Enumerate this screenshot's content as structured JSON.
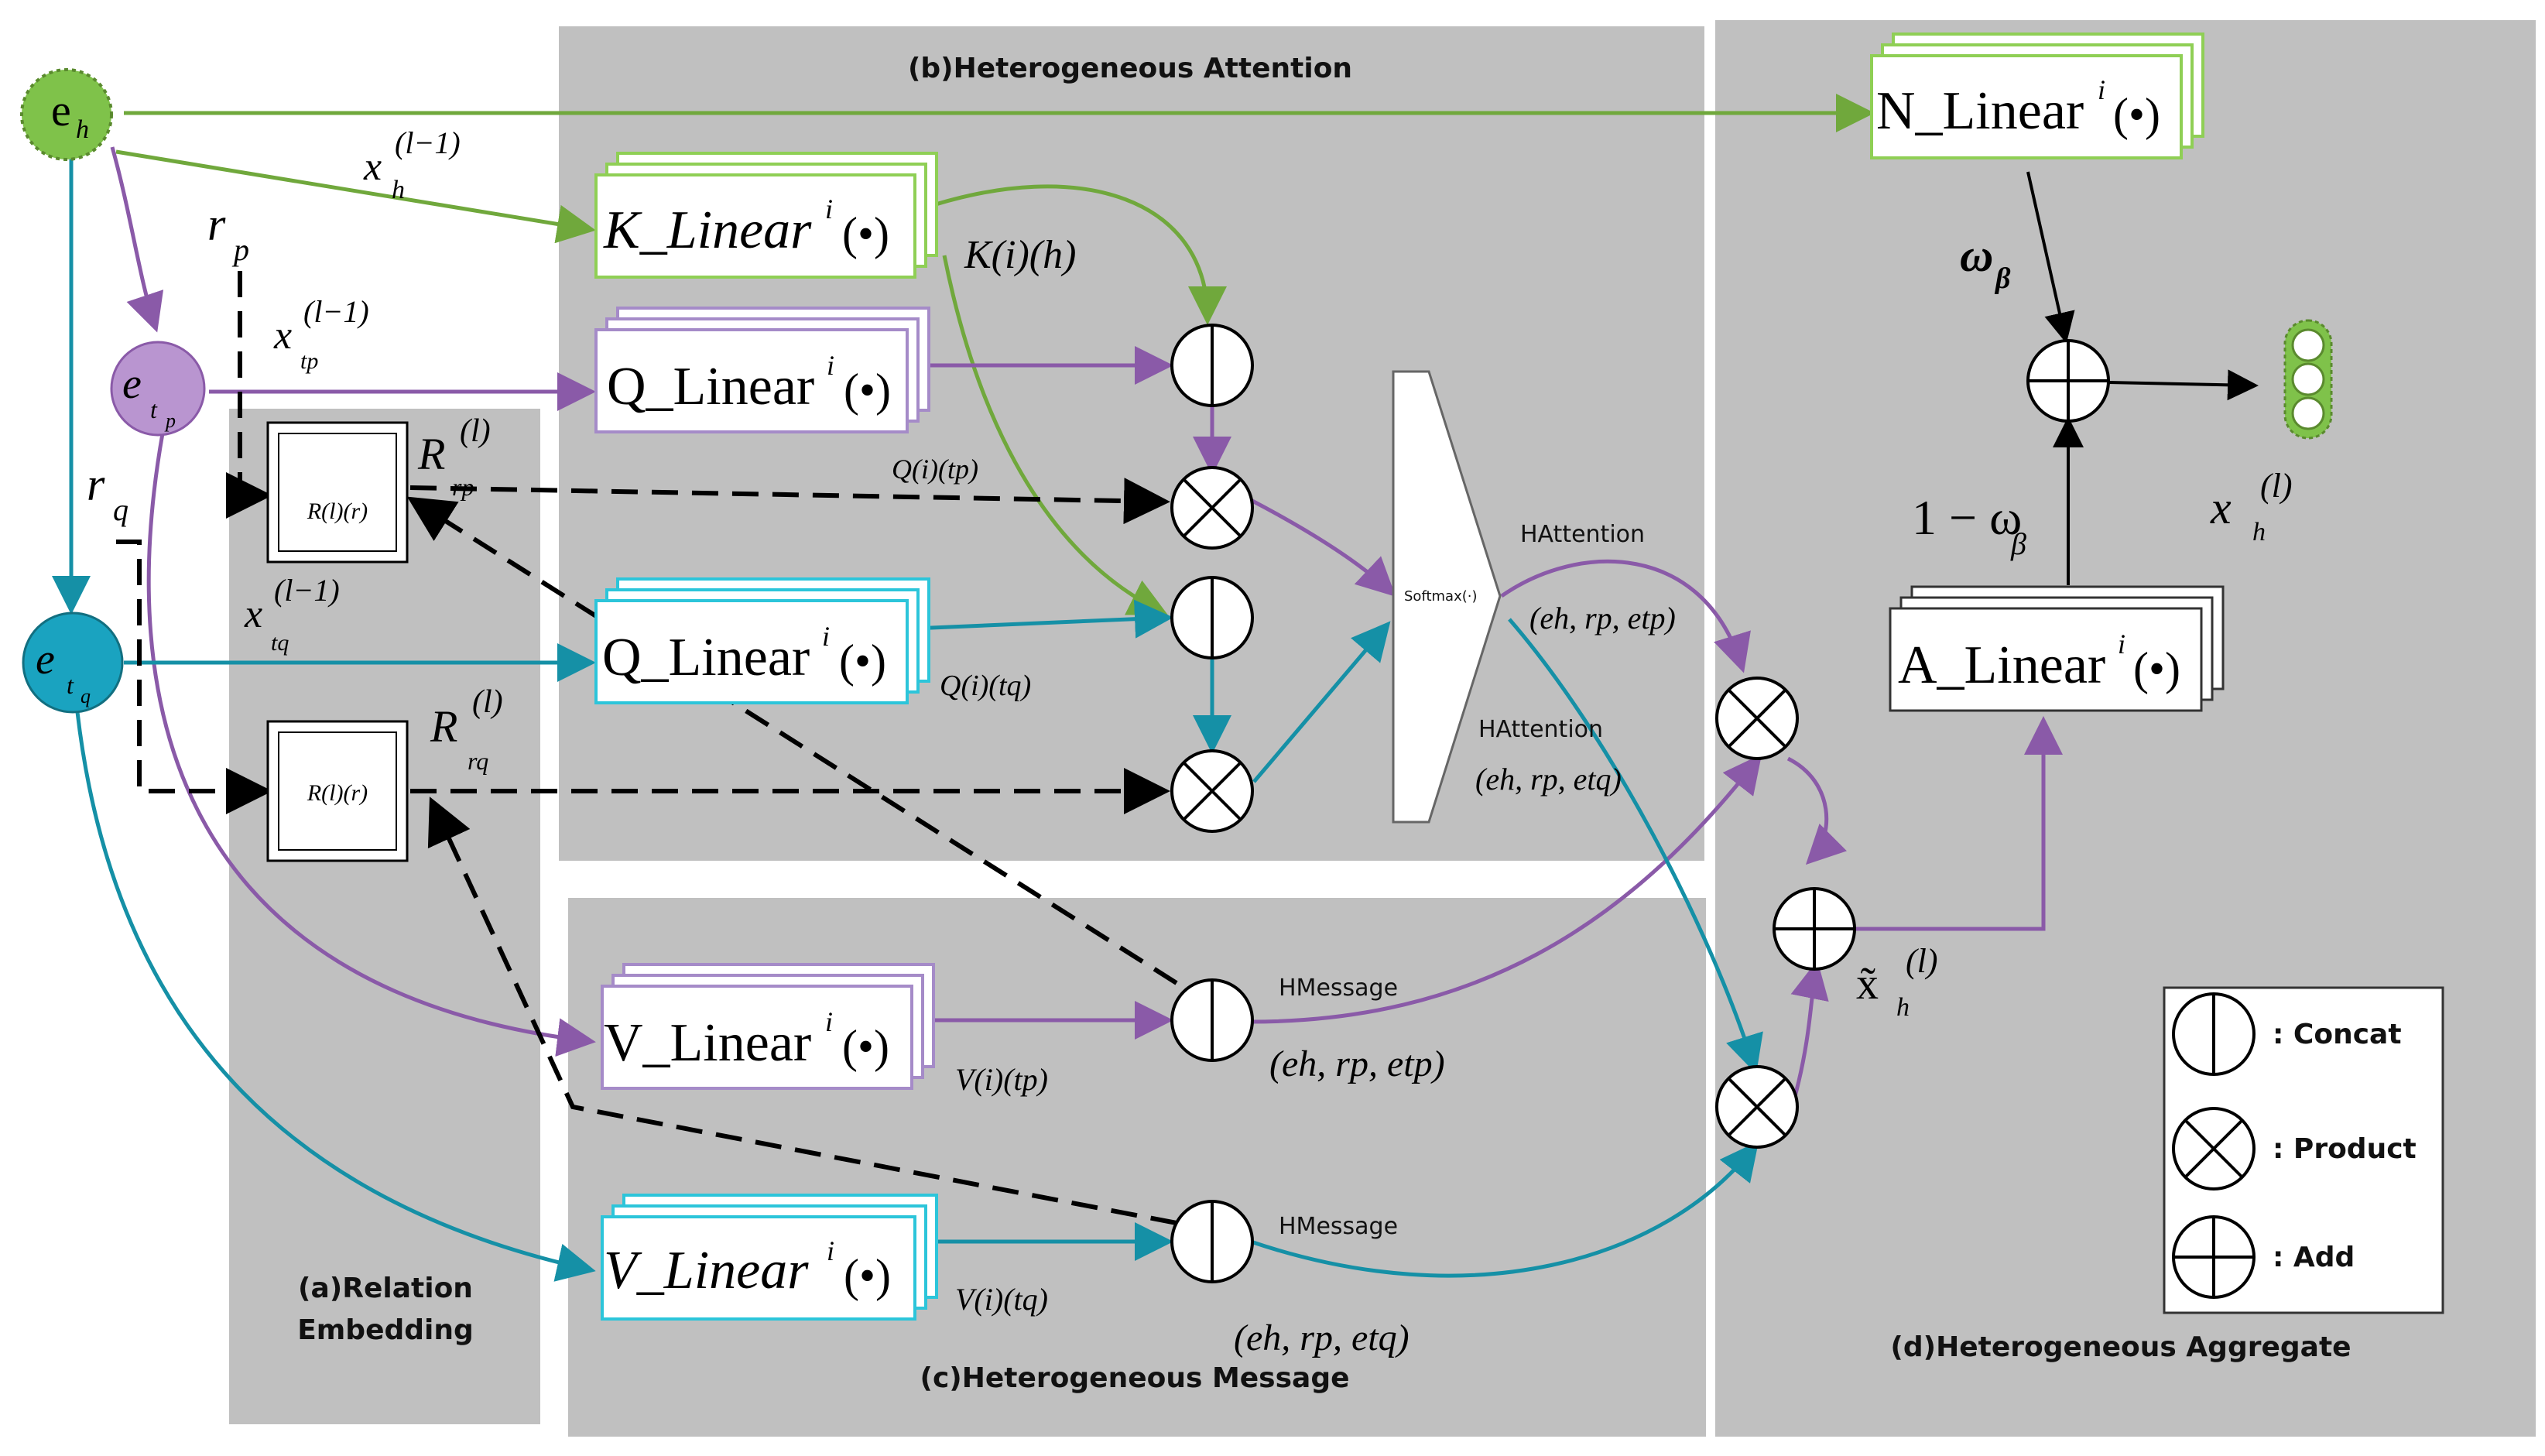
{
  "panels": {
    "a": "(a)Relation",
    "a_line2": "Embedding",
    "b": "(b)Heterogeneous Attention",
    "c": "(c)Heterogeneous Message",
    "d": "(d)Heterogeneous Aggregate"
  },
  "nodes": {
    "eh": "e",
    "eh_sub": "h",
    "etp": "e",
    "etp_sub": "t",
    "etp_subsub": "p",
    "etq": "e",
    "etq_sub": "t",
    "etq_subsub": "q"
  },
  "linear_boxes": {
    "k": "K_Linear",
    "q_p": "Q_Linear",
    "q_q": "Q_Linear",
    "v_p": "V_Linear",
    "v_q": "V_Linear",
    "n": "N_Linear",
    "a": "A_Linear",
    "sup": "i",
    "arg": "(•)"
  },
  "relation_boxes": {
    "rp": "R(l)(r)",
    "rq": "R(l)(r)"
  },
  "labels": {
    "xh": "x",
    "xh_sup": "(l−1)",
    "xh_sub": "h",
    "xtp": "x",
    "xtp_sup": "(l−1)",
    "xtp_sub": "tp",
    "xtq": "x",
    "xtq_sup": "(l−1)",
    "xtq_sub": "tq",
    "rp": "r",
    "rp_sub": "p",
    "rq": "r",
    "rq_sub": "q",
    "Rrp": "R",
    "Rrp_sup": "(l)",
    "Rrp_sub": "rp",
    "Rrq": "R",
    "Rrq_sup": "(l)",
    "Rrq_sub": "rq",
    "Kh": "K(i)(h)",
    "Qtp": "Q(i)(tp)",
    "Qtq": "Q(i)(tq)",
    "Vtp": "V(i)(tp)",
    "Vtq": "V(i)(tq)",
    "softmax": "Softmax(·)",
    "hattention1": "HAttention",
    "hattention2": "HAttention",
    "triple_p": "(eh, rp, etp)",
    "triple_q": "(eh, rp, etq)",
    "hmessage1": "HMessage",
    "hmessage2": "HMessage",
    "msg_triple_p": "(eh, rp, etp)",
    "msg_triple_q": "(eh, rp, etq)",
    "omega": "ω",
    "omega_sub": "β",
    "one_minus_omega": "1 − ω",
    "one_minus_omega_sub": "β",
    "xtilde": "x̃",
    "xtilde_sup": "(l)",
    "xtilde_sub": "h",
    "xout": "x",
    "xout_sup": "(l)",
    "xout_sub": "h"
  },
  "legend": {
    "concat": ": Concat",
    "product": ": Product",
    "add": ": Add"
  },
  "colors": {
    "panel": "#c0c0c0",
    "green": "#70a83c",
    "green_node": "#7fc24a",
    "purple": "#8a5aa8",
    "purple_node": "#b995d0",
    "teal": "#1590a6",
    "teal_node": "#1aa3c0",
    "green_box_border": "#8fcf55",
    "purple_box_border": "#a58bc8",
    "teal_box_border": "#2cc5da"
  }
}
